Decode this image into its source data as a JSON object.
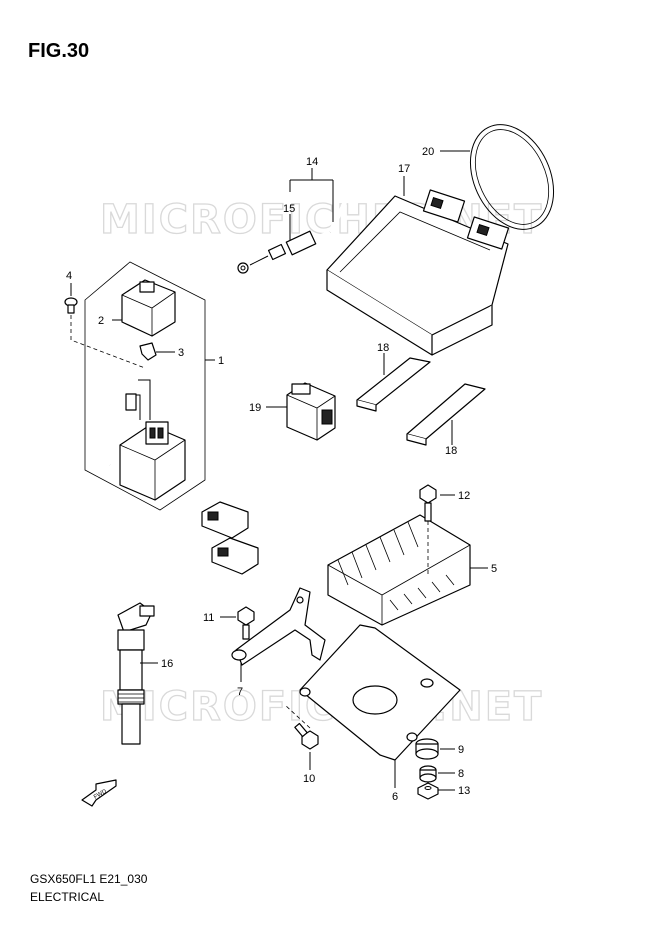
{
  "figure": {
    "title": "FIG.30",
    "code": "GSX650FL1 E21_030",
    "name": "ELECTRICAL",
    "watermark": "MICROFICHES.NET",
    "fwd_label": "FWD"
  },
  "callouts": {
    "c1": "1",
    "c2": "2",
    "c3": "3",
    "c4": "4",
    "c5": "5",
    "c6": "6",
    "c7": "7",
    "c8": "8",
    "c9": "9",
    "c10": "10",
    "c11": "11",
    "c12": "12",
    "c13": "13",
    "c14": "14",
    "c15": "15",
    "c16": "16",
    "c17": "17",
    "c18a": "18",
    "c18b": "18",
    "c19": "19",
    "c20": "20"
  }
}
